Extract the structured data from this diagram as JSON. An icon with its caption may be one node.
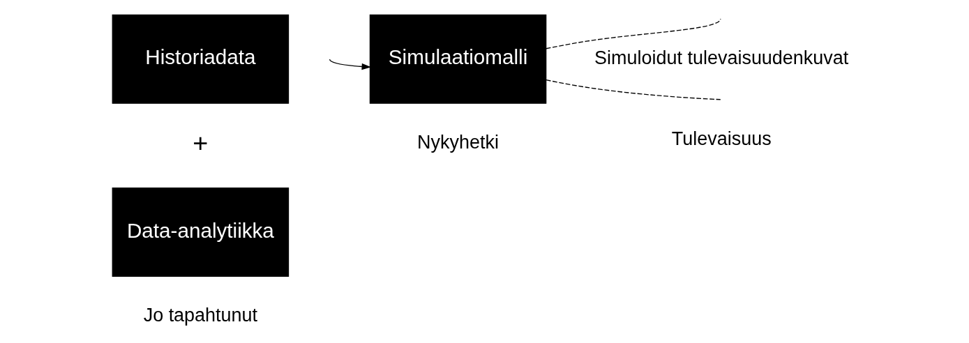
{
  "diagram": {
    "nodes": [
      {
        "text": [
          "Historiadata"
        ]
      },
      {
        "text": [
          "Data-analytiikka"
        ]
      },
      {
        "text": [
          "Simulaatiomalli"
        ]
      }
    ],
    "edges": [
      {
        "from": 2,
        "to": null,
        "arrow": "none",
        "style": "dashed"
      },
      {
        "from": 2,
        "to": null,
        "arrow": "none",
        "style": "dashed"
      },
      {
        "from": null,
        "to": 2,
        "arrow": "to"
      }
    ],
    "labels": [
      "+",
      "Simuloidut tulevaisuudenkuvat",
      "Jo tapahtunut",
      "Nykyhetki",
      "Tulevaisuus"
    ]
  }
}
